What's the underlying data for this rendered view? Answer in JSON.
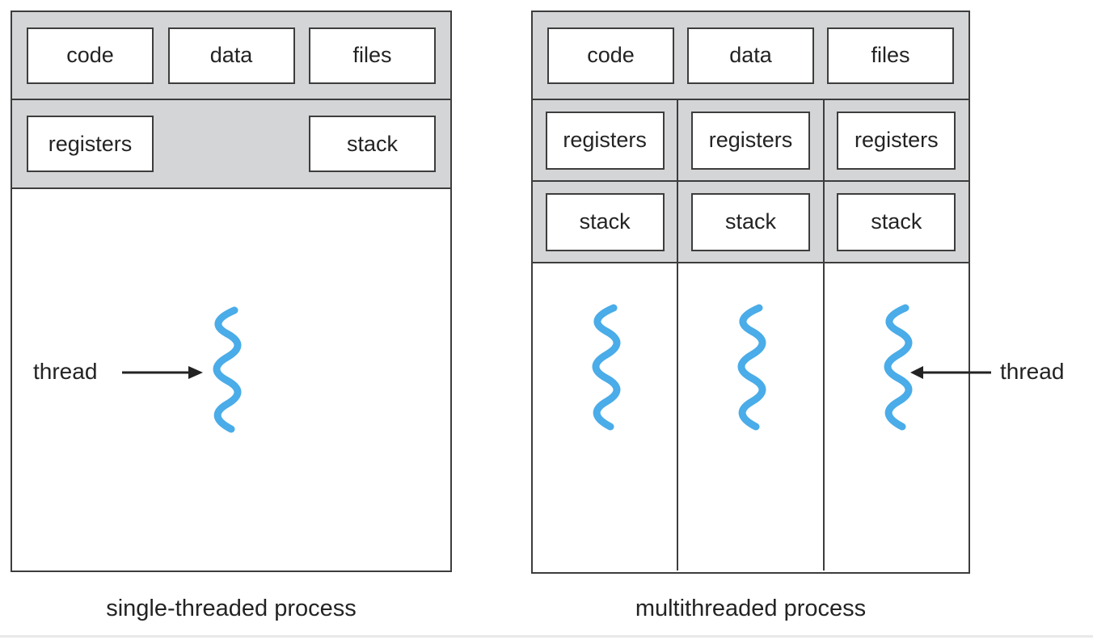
{
  "figure": {
    "left_diagram": {
      "caption": "single-threaded process",
      "top_row": [
        "code",
        "data",
        "files"
      ],
      "middle_row": [
        "registers",
        "stack"
      ],
      "thread_label": "thread",
      "thread_count": 1
    },
    "right_diagram": {
      "caption": "multithreaded process",
      "top_row": [
        "code",
        "data",
        "files"
      ],
      "columns": [
        {
          "registers": "registers",
          "stack": "stack"
        },
        {
          "registers": "registers",
          "stack": "stack"
        },
        {
          "registers": "registers",
          "stack": "stack"
        }
      ],
      "thread_label": "thread",
      "thread_count": 3
    },
    "colors": {
      "panel_gray": "#d4d5d6",
      "line_dark": "#3d3d3d",
      "thread_blue": "#4aace8",
      "text": "#232323",
      "bottom_rule": "#e9e9ea"
    }
  }
}
